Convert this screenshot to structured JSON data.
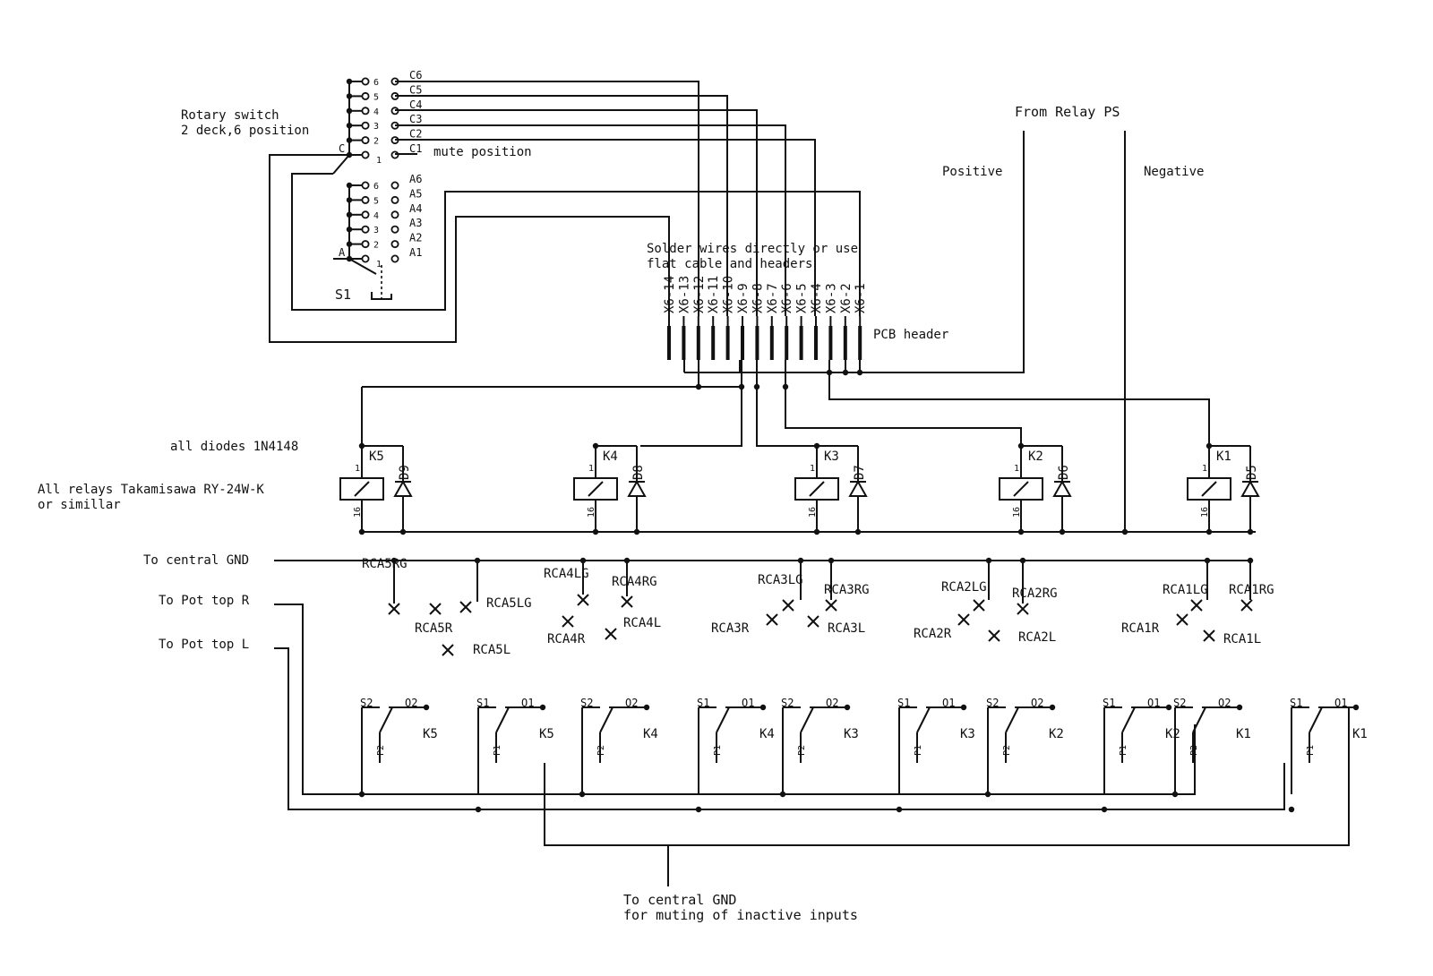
{
  "rotary_switch": {
    "title_line1": "Rotary switch",
    "title_line2": "2 deck,6 position",
    "mute_label": "mute position",
    "ref": "S1",
    "deck_c_label": "C",
    "deck_a_label": "A",
    "positions": [
      "6",
      "5",
      "4",
      "3",
      "2",
      "1"
    ],
    "c_contacts": [
      "C6",
      "C5",
      "C4",
      "C3",
      "C2",
      "C1"
    ],
    "a_contacts": [
      "A6",
      "A5",
      "A4",
      "A3",
      "A2",
      "A1"
    ]
  },
  "header": {
    "note_line1": "Solder wires directly or use",
    "note_line2": "flat cable and headers",
    "pins": [
      "X6-14",
      "X6-13",
      "X6-12",
      "X6-11",
      "X6-10",
      "X6-9",
      "X6-8",
      "X6-7",
      "X6-6",
      "X6-5",
      "X6-4",
      "X6-3",
      "X6-2",
      "X6-1"
    ],
    "label": "PCB header"
  },
  "power": {
    "from": "From Relay PS",
    "positive": "Positive",
    "negative": "Negative"
  },
  "notes": {
    "diodes": "all diodes 1N4148",
    "relays_line1": "All relays Takamisawa RY-24W-K",
    "relays_line2": "or simillar"
  },
  "relays": [
    {
      "ref": "K5",
      "diode": "D9"
    },
    {
      "ref": "K4",
      "diode": "D8"
    },
    {
      "ref": "K3",
      "diode": "D7"
    },
    {
      "ref": "K2",
      "diode": "D6"
    },
    {
      "ref": "K1",
      "diode": "D5"
    }
  ],
  "coil_pins": {
    "top": "1",
    "bottom": "16"
  },
  "contact_pins": {
    "s2": "S2",
    "o2": "O2",
    "p2": "P2",
    "s1": "S1",
    "o1": "O1",
    "p1": "P1"
  },
  "rails": {
    "gnd": "To central GND",
    "pot_r": "To Pot top R",
    "pot_l": "To Pot top L"
  },
  "rca_labels": [
    "RCA5RG",
    "RCA5LG",
    "RCA5R",
    "RCA5L",
    "RCA4LG",
    "RCA4RG",
    "RCA4R",
    "RCA4L",
    "RCA3LG",
    "RCA3RG",
    "RCA3R",
    "RCA3L",
    "RCA2LG",
    "RCA2RG",
    "RCA2R",
    "RCA2L",
    "RCA1LG",
    "RCA1RG",
    "RCA1R",
    "RCA1L"
  ],
  "bottom_gnd": {
    "line1": "To central GND",
    "line2": "for muting of inactive inputs"
  }
}
